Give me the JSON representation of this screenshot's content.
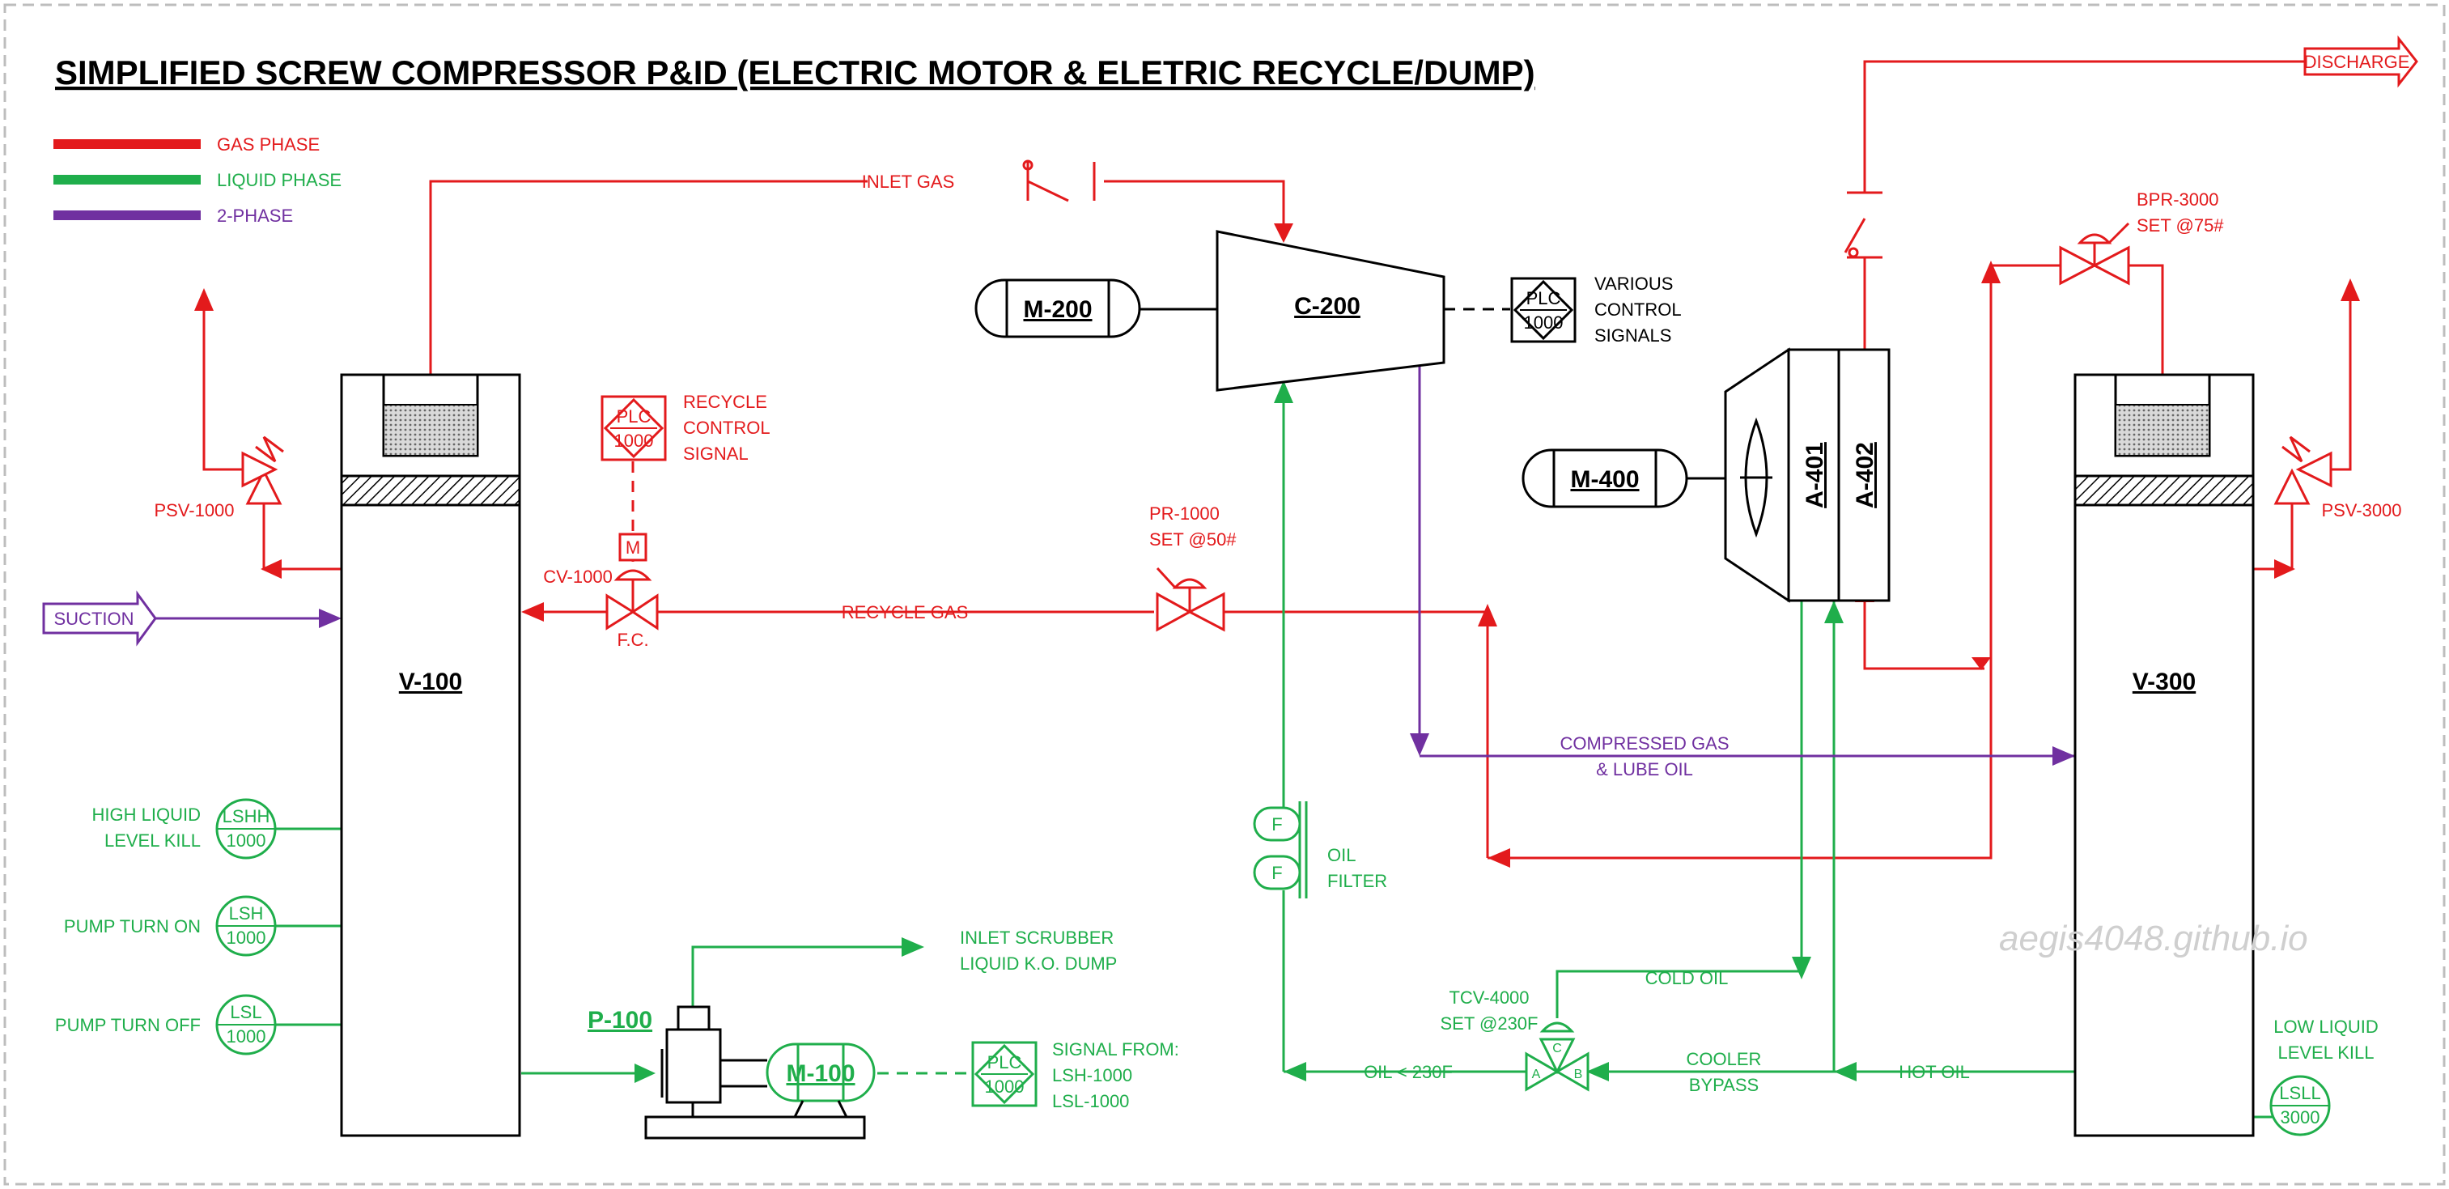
{
  "title": "SIMPLIFIED SCREW COMPRESSOR P&ID (ELECTRIC MOTOR & ELETRIC RECYCLE/DUMP)",
  "legend": {
    "gas": "GAS PHASE",
    "liquid": "LIQUID PHASE",
    "two_phase": "2-PHASE"
  },
  "colors": {
    "gas": "#e31a1c",
    "liquid": "#1fae4b",
    "two_phase": "#7030a0",
    "equipment": "#000000"
  },
  "equipment": {
    "v100": "V-100",
    "v300": "V-300",
    "c200": "C-200",
    "m200": "M-200",
    "m400": "M-400",
    "m100": "M-100",
    "p100": "P-100",
    "a401": "A-401",
    "a402": "A-402"
  },
  "streams": {
    "suction": "SUCTION",
    "discharge": "DISCHARGE",
    "inlet_gas": "INLET GAS",
    "recycle_gas": "RECYCLE GAS",
    "compressed_1": "COMPRESSED GAS",
    "compressed_2": "& LUBE OIL",
    "cold_oil": "COLD OIL",
    "hot_oil": "HOT OIL",
    "oil_230": "OIL < 230F",
    "cooler_bypass_1": "COOLER",
    "cooler_bypass_2": "BYPASS",
    "inlet_scrubber_1": "INLET SCRUBBER",
    "inlet_scrubber_2": "LIQUID K.O. DUMP"
  },
  "valves": {
    "psv1000": "PSV-1000",
    "psv3000": "PSV-3000",
    "cv1000": "CV-1000",
    "fc": "F.C.",
    "pr1000_1": "PR-1000",
    "pr1000_2": "SET @50#",
    "bpr3000_1": "BPR-3000",
    "bpr3000_2": "SET @75#",
    "tcv4000_1": "TCV-4000",
    "tcv4000_2": "SET @230F",
    "actuator": "M",
    "port_a": "A",
    "port_b": "B",
    "port_c": "C"
  },
  "instruments": {
    "lshh_tag": "LSHH",
    "lshh_num": "1000",
    "lsh_tag": "LSH",
    "lsh_num": "1000",
    "lsl_tag": "LSL",
    "lsl_num": "1000",
    "lsll_tag": "LSLL",
    "lsll_num": "3000",
    "plc_tag": "PLC",
    "plc_num": "1000",
    "filter_letter": "F"
  },
  "notes": {
    "high_liquid_1": "HIGH LIQUID",
    "high_liquid_2": "LEVEL KILL",
    "pump_on": "PUMP TURN ON",
    "pump_off": "PUMP TURN OFF",
    "low_liquid_1": "LOW LIQUID",
    "low_liquid_2": "LEVEL KILL",
    "recycle_ctrl_1": "RECYCLE",
    "recycle_ctrl_2": "CONTROL",
    "recycle_ctrl_3": "SIGNAL",
    "various_1": "VARIOUS",
    "various_2": "CONTROL",
    "various_3": "SIGNALS",
    "signal_from_1": "SIGNAL FROM:",
    "signal_from_2": "LSH-1000",
    "signal_from_3": "LSL-1000",
    "oil_filter_1": "OIL",
    "oil_filter_2": "FILTER"
  },
  "watermark": "aegis4048.github.io"
}
